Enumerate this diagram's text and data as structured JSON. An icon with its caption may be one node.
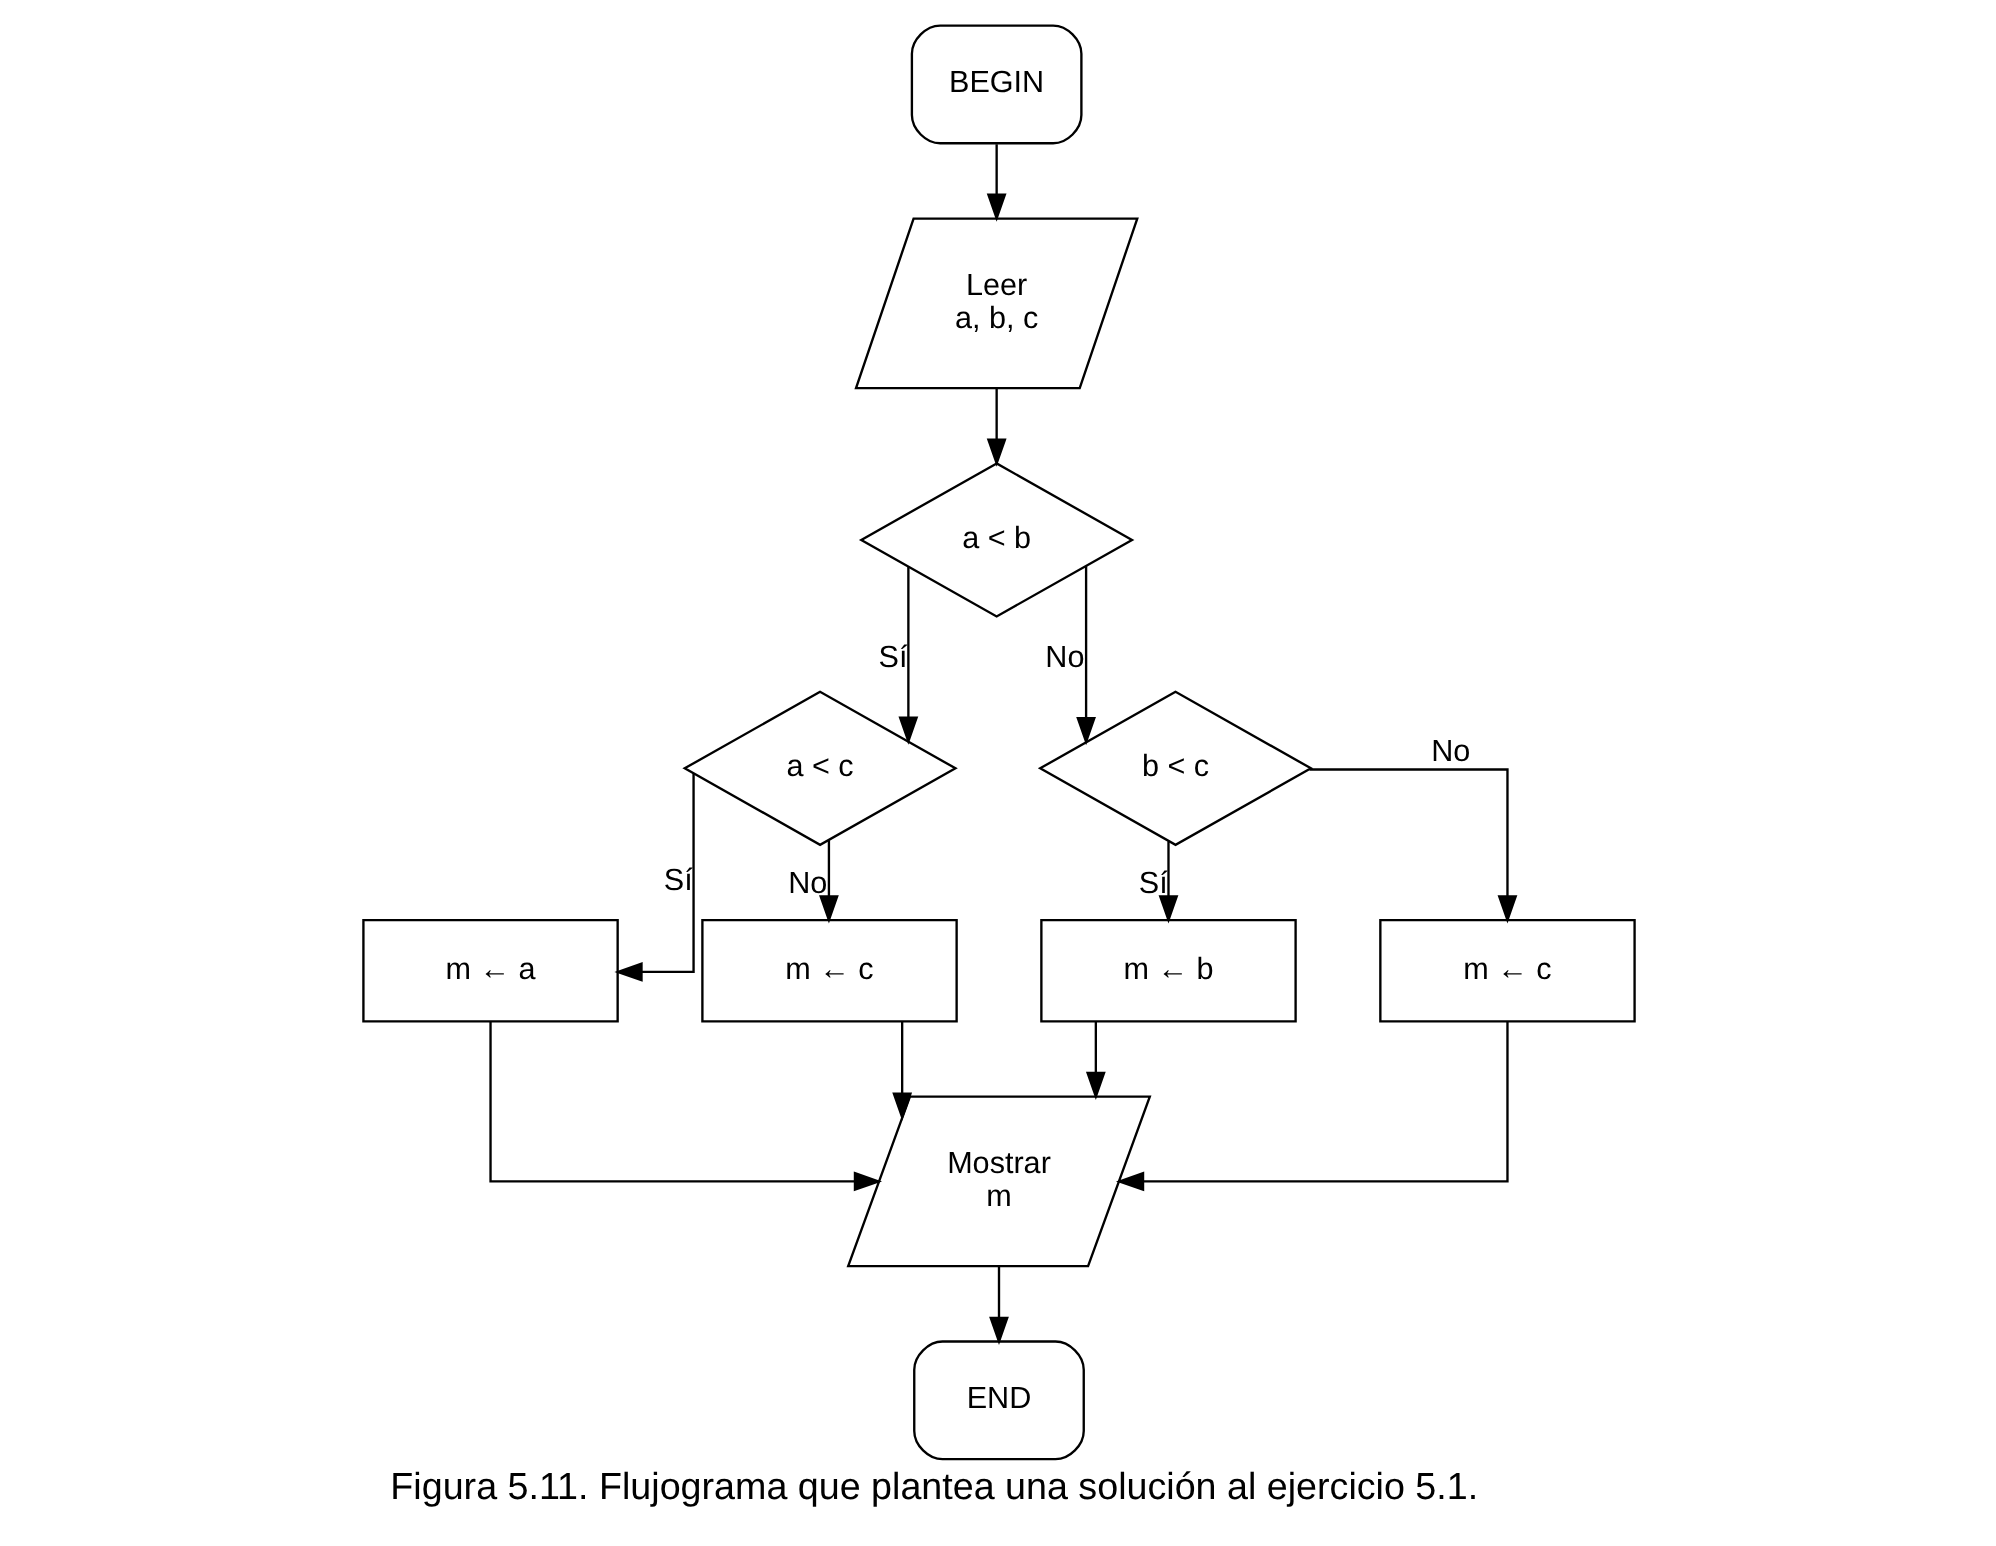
{
  "diagram": {
    "caption": "Figura 5.11. Flujograma que plantea una solución al ejercicio 5.1.",
    "nodes": [
      {
        "text": [
          "BEGIN"
        ]
      },
      {
        "text": [
          "Leer",
          "a, b, c"
        ]
      },
      {
        "text": [
          "a < b"
        ]
      },
      {
        "text": [
          "a < c"
        ]
      },
      {
        "text": [
          "b < c"
        ]
      },
      {
        "text": [
          "m ← a"
        ]
      },
      {
        "text": [
          "m ← c"
        ]
      },
      {
        "text": [
          "m ← b"
        ]
      },
      {
        "text": [
          "m ← c"
        ]
      },
      {
        "text": [
          "Mostrar",
          "m"
        ]
      },
      {
        "text": [
          "END"
        ]
      }
    ],
    "edges": [
      {
        "from": 0,
        "to": 1,
        "arrow": "to"
      },
      {
        "from": 1,
        "to": 2,
        "arrow": "to"
      },
      {
        "from": 2,
        "to": 3,
        "arrow": "to",
        "label": "Sí"
      },
      {
        "from": 2,
        "to": 4,
        "arrow": "to",
        "label": "No"
      },
      {
        "from": 3,
        "to": 5,
        "arrow": "to",
        "label": "Sí"
      },
      {
        "from": 3,
        "to": 6,
        "arrow": "to",
        "label": "No"
      },
      {
        "from": 4,
        "to": 7,
        "arrow": "to",
        "label": "Sí"
      },
      {
        "from": 4,
        "to": 8,
        "arrow": "to",
        "label": "No"
      },
      {
        "from": 5,
        "to": 9,
        "arrow": "to"
      },
      {
        "from": 6,
        "to": 9,
        "arrow": "to"
      },
      {
        "from": 7,
        "to": 9,
        "arrow": "to"
      },
      {
        "from": 8,
        "to": 9,
        "arrow": "to"
      },
      {
        "from": 9,
        "to": 10,
        "arrow": "to"
      }
    ]
  }
}
